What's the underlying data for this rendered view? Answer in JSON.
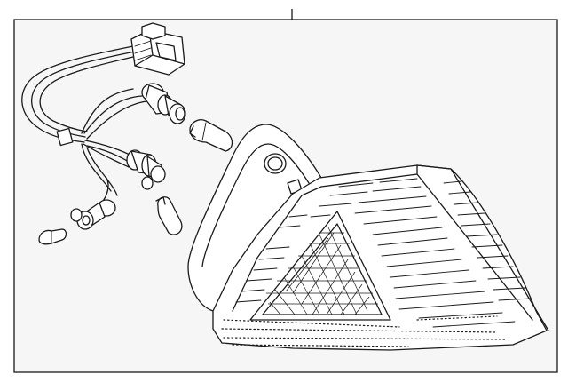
{
  "diagram": {
    "type": "parts-exploded-view",
    "colors": {
      "line": "#1a1a1a",
      "frame_fill": "#f6f6f6",
      "background": "#ffffff"
    },
    "parts": [
      {
        "name": "wiring-harness-connector"
      },
      {
        "name": "bulb-socket-upper"
      },
      {
        "name": "bulb-upper"
      },
      {
        "name": "bulb-socket-middle"
      },
      {
        "name": "bulb-middle"
      },
      {
        "name": "bulb-socket-lower"
      },
      {
        "name": "bulb-lower"
      },
      {
        "name": "tail-lamp-assembly"
      }
    ]
  }
}
